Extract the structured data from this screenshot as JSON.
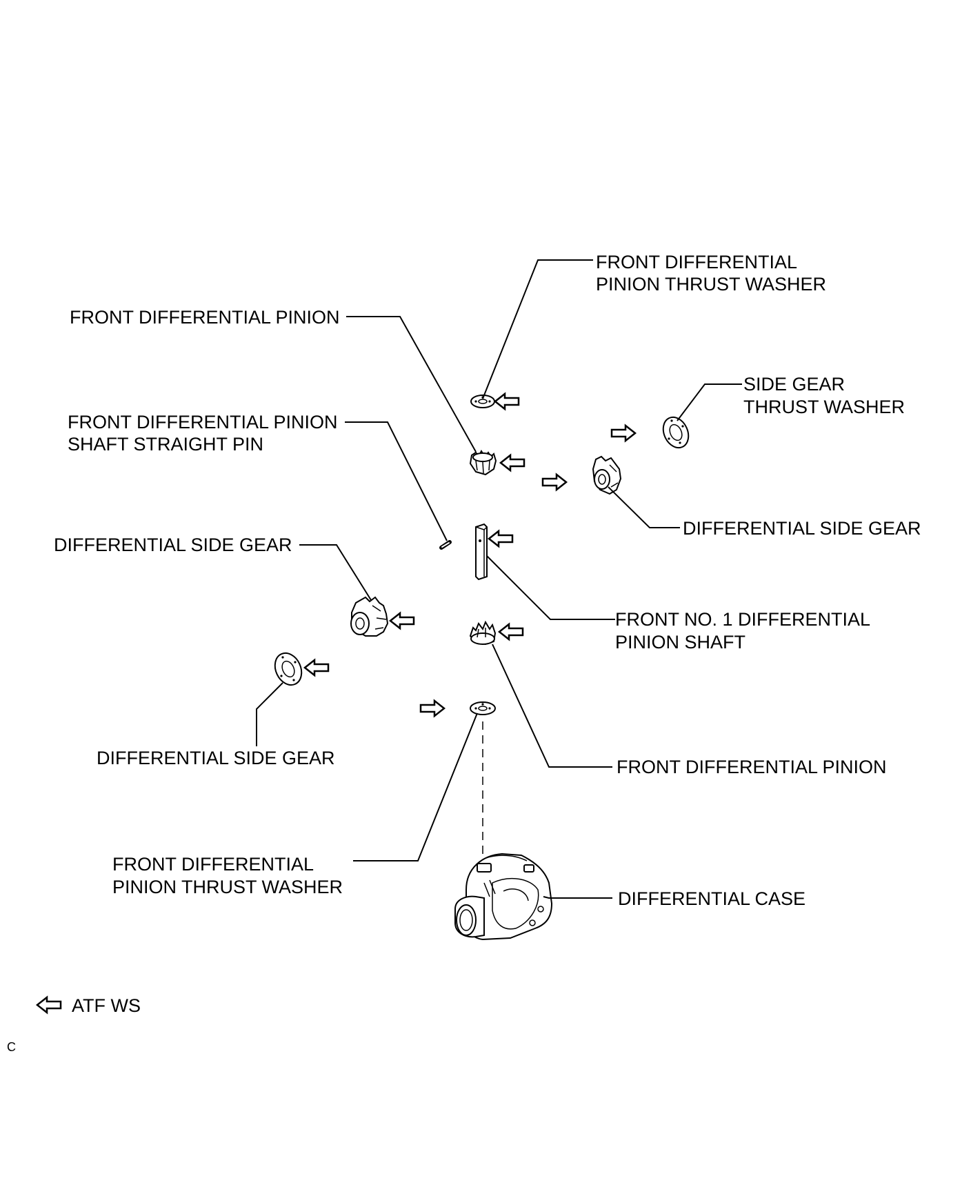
{
  "labels": {
    "pinion_thrust_washer_top_1": "FRONT DIFFERENTIAL",
    "pinion_thrust_washer_top_2": "PINION THRUST WASHER",
    "pinion_top": "FRONT DIFFERENTIAL PINION",
    "side_gear_thrust_washer_right_1": "SIDE GEAR",
    "side_gear_thrust_washer_right_2": "THRUST WASHER",
    "straight_pin_1": "FRONT DIFFERENTIAL PINION",
    "straight_pin_2": "SHAFT STRAIGHT PIN",
    "side_gear_right": "DIFFERENTIAL SIDE GEAR",
    "side_gear_left": "DIFFERENTIAL SIDE GEAR",
    "pinion_shaft_1": "FRONT NO. 1 DIFFERENTIAL",
    "pinion_shaft_2": "PINION SHAFT",
    "side_gear_washer_left": "DIFFERENTIAL SIDE GEAR",
    "pinion_bottom": "FRONT DIFFERENTIAL PINION",
    "pinion_thrust_washer_bottom_1": "FRONT DIFFERENTIAL",
    "pinion_thrust_washer_bottom_2": "PINION THRUST WASHER",
    "differential_case": "DIFFERENTIAL CASE"
  },
  "legend": {
    "label": "ATF WS",
    "icon": "arrow-left-outline-icon"
  },
  "corner_mark": "C"
}
